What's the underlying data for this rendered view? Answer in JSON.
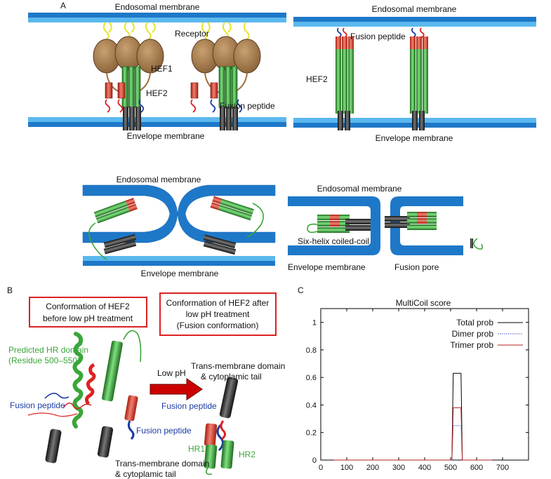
{
  "panel_a": {
    "label": "A",
    "top_left": {
      "endosomal": "Endosomal membrane",
      "receptor": "Receptor",
      "hef1": "HEF1",
      "hef2": "HEF2",
      "fusion_peptide": "Fusion peptide",
      "envelope": "Envelope membrane"
    },
    "top_right": {
      "endosomal": "Endosomal membrane",
      "fusion_peptide": "Fusion peptide",
      "hef2": "HEF2",
      "envelope": "Envelope membrane"
    },
    "bottom_left": {
      "endosomal": "Endosomal membrane",
      "envelope": "Envelope membrane"
    },
    "bottom_right": {
      "endosomal": "Endosomal membrane",
      "six_helix": "Six-helix coiled-coil",
      "envelope": "Envelope membrane",
      "fusion_pore": "Fusion pore"
    }
  },
  "panel_b": {
    "label": "B",
    "box_before": [
      "Conformation of HEF2",
      "before low pH treatment"
    ],
    "box_after": [
      "Conformation of HEF2 after",
      "low pH treatment",
      "(Fusion conformation)"
    ],
    "hr_domain": [
      "Predicted HR domain",
      "(Residue 500–550)"
    ],
    "fusion_peptide_left": "Fusion peptide",
    "fusion_peptide_mid": "Fusion peptide",
    "fusion_peptide_right": "Fusion peptide",
    "low_ph": "Low pH",
    "tm_top": [
      "Trans-membrane domain",
      "& cytoplamic tail"
    ],
    "tm_bottom": [
      "Trans-membrane domain",
      "& cytoplamic tail"
    ],
    "hr1": "HR1",
    "hr2": "HR2"
  },
  "panel_c": {
    "label": "C",
    "chart_data": {
      "type": "line",
      "title": "MultiCoil score",
      "xlim": [
        0,
        800
      ],
      "ylim": [
        0,
        1.1
      ],
      "xticks": [
        "0",
        "100",
        "200",
        "300",
        "400",
        "500",
        "600",
        "700"
      ],
      "yticks": [
        "0",
        "0.2",
        "0.4",
        "0.6",
        "0.8",
        "1"
      ],
      "legend_position": "top-right",
      "series": [
        {
          "name": "Total prob",
          "color": "#000000",
          "style": "solid",
          "x": [
            50,
            505,
            510,
            540,
            545,
            660
          ],
          "values": [
            0,
            0,
            0.63,
            0.63,
            0,
            0
          ]
        },
        {
          "name": "Dimer prob",
          "color": "#3355cc",
          "style": "dotted",
          "x": [
            50,
            505,
            510,
            540,
            545,
            660
          ],
          "values": [
            0,
            0,
            0.25,
            0.25,
            0,
            0
          ]
        },
        {
          "name": "Trimer prob",
          "color": "#b22222",
          "style": "solid",
          "x": [
            50,
            505,
            510,
            540,
            545,
            660
          ],
          "values": [
            0,
            0,
            0.38,
            0.38,
            0,
            0
          ]
        }
      ]
    }
  }
}
